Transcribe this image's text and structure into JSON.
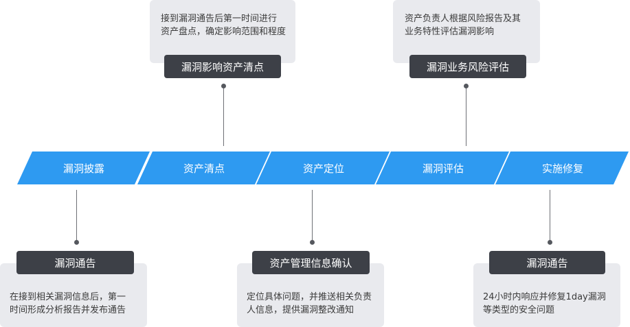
{
  "colors": {
    "band": "#2e9af1",
    "label_bg": "#3d4047",
    "card_bg": "#e9eaee"
  },
  "steps": [
    {
      "label": "漏洞披露"
    },
    {
      "label": "资产清点"
    },
    {
      "label": "资产定位"
    },
    {
      "label": "漏洞评估"
    },
    {
      "label": "实施修复"
    }
  ],
  "top_cards": [
    {
      "title": "漏洞影响资产清点",
      "description": "接到漏洞通告后第一时间进行\n资产盘点，确定影响范围和程度"
    },
    {
      "title": "漏洞业务风险评估",
      "description": "资产负责人根据风险报告及其\n业务特性评估漏洞影响"
    }
  ],
  "bottom_cards": [
    {
      "title": "漏洞通告",
      "description": "在接到相关漏洞信息后，第一\n时间形成分析报告并发布通告"
    },
    {
      "title": "资产管理信息确认",
      "description": "定位具体问题，并推送相关负责\n人信息，提供漏洞整改通知"
    },
    {
      "title": "漏洞通告",
      "description": "24小时内响应并修复1day漏洞\n等类型的安全问题"
    }
  ]
}
